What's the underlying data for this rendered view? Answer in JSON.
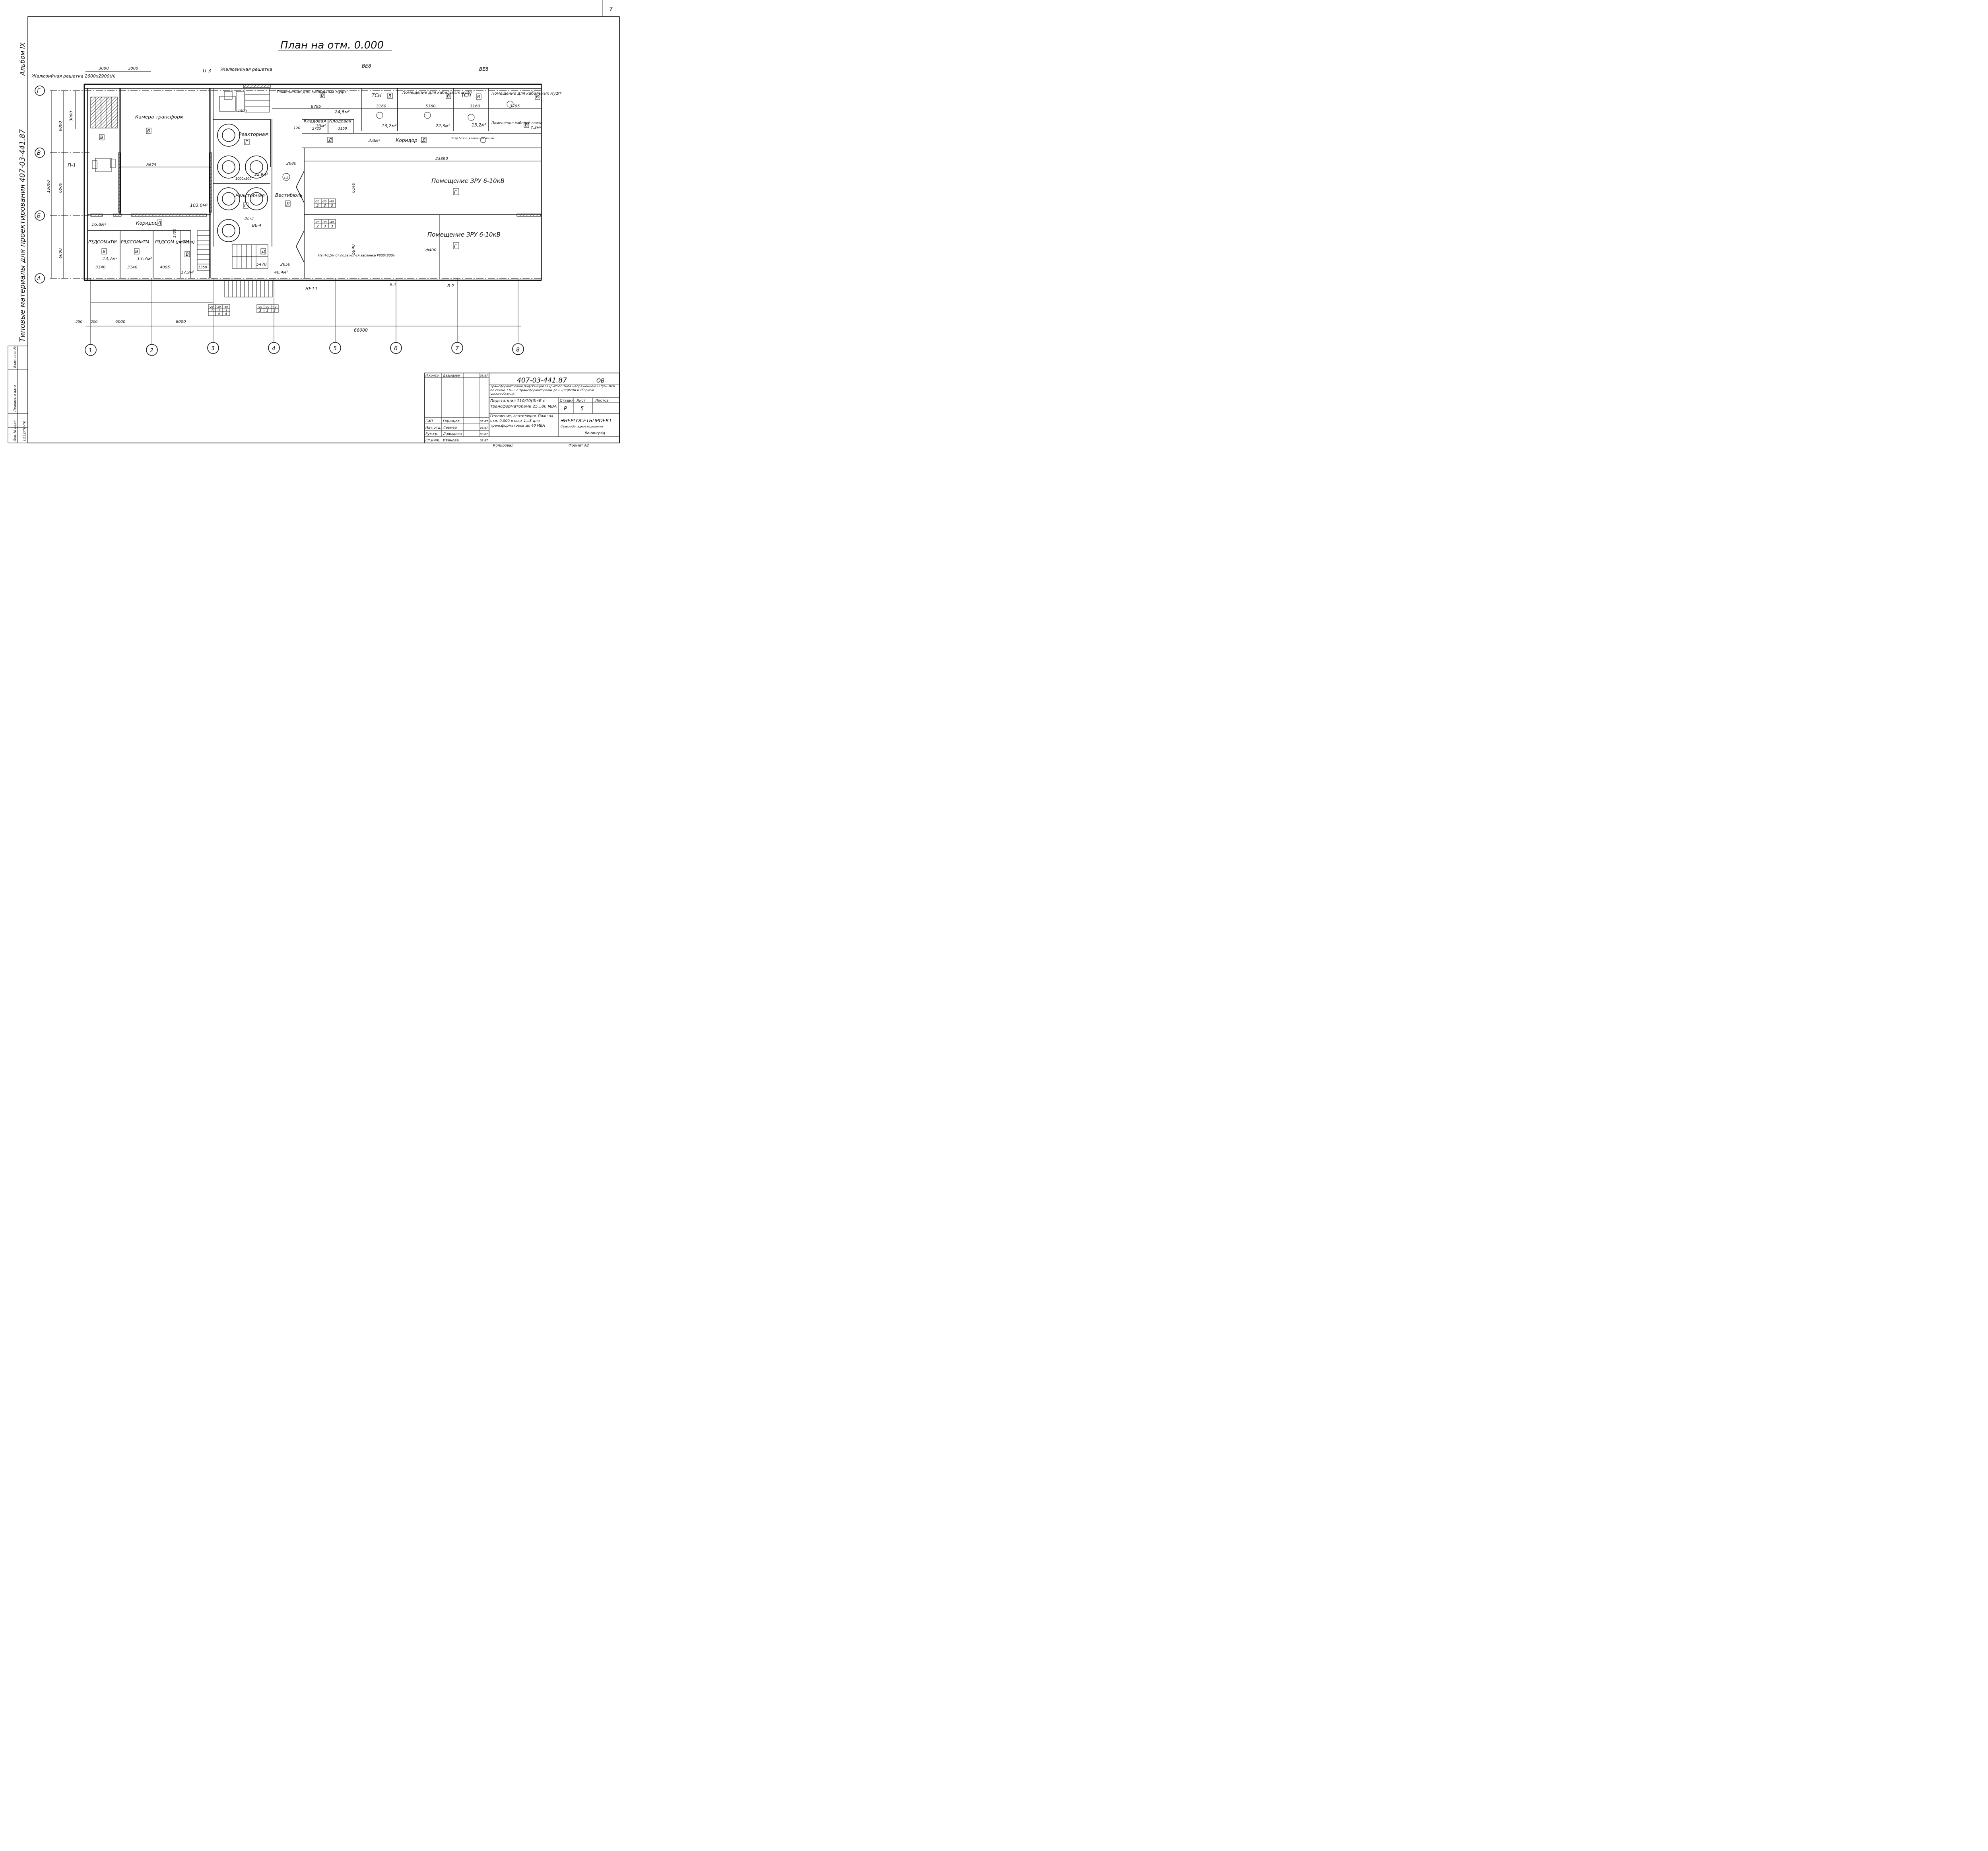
{
  "page_number": "7",
  "album": "Альбом IX",
  "series_vertical": "Типовые материалы для проектирования 407-03-441.87",
  "title": "План на отм. 0.000",
  "axes_rows": [
    "Г",
    "В",
    "Б",
    "А"
  ],
  "axes_cols": [
    "1",
    "2",
    "3",
    "4",
    "5",
    "6",
    "7",
    "8"
  ],
  "rooms": {
    "kamera": "Камера трансформ",
    "reaktornaya_top": "Реакторная",
    "reaktornaya_bot": "Реакторная",
    "vestibul": "Вестибюль",
    "kabel_1": "Помещение для кабельных муфт",
    "kabel_2": "Помещение для кабельных муфт",
    "kabel_3": "Помещение для кабельных муфт",
    "tsn_1": "ТСН",
    "tsn_2": "ТСН",
    "kladovaya_1": "Кладовая",
    "kladovaya_2": "Кладовая",
    "koridor_top": "Коридор",
    "koridor_left": "Коридор",
    "svyaz": "Помещение кабелей связи",
    "zru_1": "Помещение ЗРУ 6-10кВ",
    "zru_2": "Помещение ЗРУ 6-10кВ",
    "rzd_1": "РЗДСОМиТМ",
    "rzd_2": "РЗДСОМиТМ",
    "rzd_3": "РЗДСОМ (резерв)",
    "rzd_3b": "иТМ"
  },
  "category_letters": {
    "v": "В",
    "g": "Г",
    "d": "Д"
  },
  "areas": {
    "a1": "24,8м²",
    "a2": "33м²",
    "a3": "13,2м²",
    "a4": "22,3м²",
    "a5": "13,2м²",
    "a6": "7,3м²",
    "a7": "3,8м²",
    "a8": "103,0м²",
    "a9": "32,9м²",
    "a10": "16,8м²",
    "a11": "13,7м²",
    "a12": "13,7м²",
    "a13": "17,9м²",
    "a14": "40,4м²"
  },
  "labels": {
    "zhal_left": "Жалюзийная решетка 2600х2900(h)",
    "zhal_mid": "Жалюзийная решетка",
    "p3": "П-3",
    "p1": "П-1",
    "be8a": "ВЕ8",
    "be8b": "ВЕ8",
    "be3": "ВЕ-3",
    "be4": "ВЕ-4",
    "be11": "ВЕ11",
    "b1": "В-1",
    "b2": "В-2",
    "size_1000": "1000х500",
    "ustr": "Устр.безоп. клапан заслонки",
    "note1": "На Н-1,5м от пола уст-ся заслонка Р800х800э",
    "phi400": "ф400",
    "num13": "13"
  },
  "dims": {
    "d3000a": "3000",
    "d3000b": "3000",
    "d3000c": "3000",
    "d6000a": "6000",
    "d13000": "13000",
    "d6000b": "6000",
    "d6000c": "6000",
    "d8675": "8675",
    "d23890": "23890",
    "d8795": "8795",
    "d3160a": "3160",
    "d5360": "5360",
    "d3160b": "3160",
    "d3795": "3795",
    "d2725": "2725",
    "d3150": "3150",
    "d2680": "2680",
    "d3140a": "3140",
    "d3140b": "3140",
    "d4095": "4095",
    "d1350": "1350",
    "d5470": "5470",
    "d2650": "2650",
    "d6140": "6140",
    "d5940": "5940",
    "d6000x1": "6000",
    "d6000x2": "6000",
    "d66000": "66000",
    "d250": "250",
    "d200": "200",
    "d1400": "1400",
    "d120": "120",
    "d1500": "1500"
  },
  "temp_tables": [
    {
      "head": [
        "-20",
        "-30",
        "-40"
      ],
      "row1": [
        "2",
        "3",
        "3"
      ],
      "row2": [
        "",
        "",
        ""
      ]
    },
    {
      "head": [
        "-20",
        "-30",
        "-40"
      ],
      "row1": [
        "2",
        "3",
        "3"
      ],
      "row2": [
        "",
        "",
        ""
      ]
    },
    {
      "head": [
        "-20",
        "-30",
        "-40"
      ],
      "row1": [
        "3",
        "3",
        "3"
      ],
      "row2": [
        "-",
        "4",
        "4"
      ]
    },
    {
      "head": [
        "-20",
        "-30",
        "-40"
      ],
      "row1": [
        "3",
        "3",
        "3"
      ],
      "row2": [
        "",
        "",
        ""
      ]
    }
  ],
  "title_block": {
    "code": "407-03-441.87",
    "sheet_code": "ОВ",
    "project": "Трансформаторная подстанция закрытого типа напряжением 110/6-10кВ по схеме 110-6 с трансформаторами до 63(80)МВА в сборном железобетоне",
    "subtitle": "Подстанция 110/10(6)кВ с трансформаторами 25...80 МВА",
    "sheet_title": "Отопление, вентиляция. План на отм. 0.000 в осях 1...8 для трансформаторов до 40 МВА",
    "stage_h": "Стадия",
    "sheet_h": "Лист",
    "sheets_h": "Листов",
    "stage": "Р",
    "sheet": "5",
    "sheets": "",
    "org": "ЭНЕРГОСЕТЬПРОЕКТ",
    "org_sub": "Северо-Западное отделение",
    "city": "Ленинград",
    "signers": [
      {
        "role": "Н.контр.",
        "name": "Давыдова",
        "date": "03.87"
      },
      {
        "role": "ГИП",
        "name": "Одинцов",
        "date": "03.87"
      },
      {
        "role": "Нач.отд.",
        "name": "Лернер",
        "date": "03.87"
      },
      {
        "role": "Рук.гр.",
        "name": "Давыдова",
        "date": "03.87"
      },
      {
        "role": "Ст.инж.",
        "name": "Иванова",
        "date": "03.87"
      }
    ],
    "copied": "Копировал:",
    "format": "Формат А2"
  },
  "left_strip": {
    "inv": "Инв. № подл.",
    "sign": "Подпись и дата",
    "vzam": "Взам. инв. №",
    "inv_value": "1232/тм-т6"
  }
}
